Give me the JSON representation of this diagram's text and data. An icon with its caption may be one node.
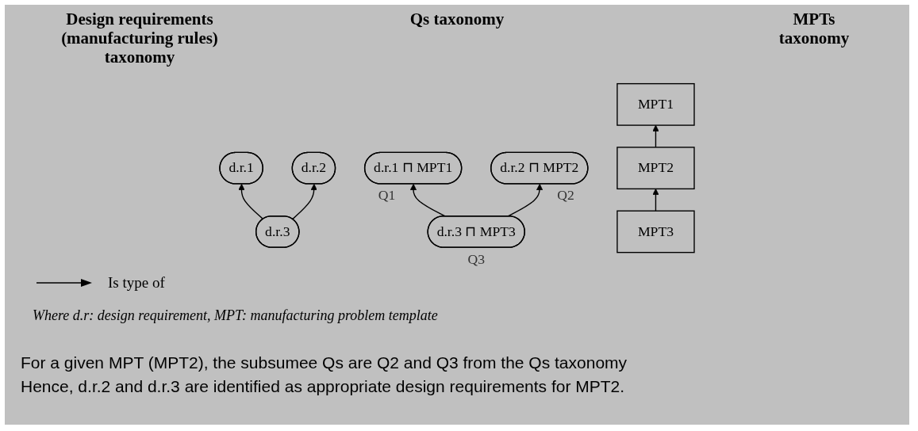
{
  "diagram": {
    "nodes": [
      {
        "text": [
          "d.r.1"
        ]
      },
      {
        "text": [
          "d.r.2"
        ]
      },
      {
        "text": [
          "d.r.3"
        ]
      },
      {
        "text": [
          "d.r.1 ⊓ MPT1"
        ],
        "beside": [
          "Q1"
        ]
      },
      {
        "text": [
          "d.r.2 ⊓ MPT2"
        ],
        "beside": [
          "Q2"
        ]
      },
      {
        "text": [
          "d.r.3 ⊓ MPT3"
        ],
        "beside": [
          "Q3"
        ]
      },
      {
        "text": [
          "MPT1"
        ]
      },
      {
        "text": [
          "MPT2"
        ]
      },
      {
        "text": [
          "MPT3"
        ]
      }
    ],
    "edges": [
      {
        "from": 2,
        "to": 0,
        "arrow": "to"
      },
      {
        "from": 2,
        "to": 1,
        "arrow": "to"
      },
      {
        "from": 5,
        "to": 3,
        "arrow": "to"
      },
      {
        "from": 5,
        "to": 4,
        "arrow": "to"
      },
      {
        "from": 7,
        "to": 6,
        "arrow": "to"
      },
      {
        "from": 8,
        "to": 7,
        "arrow": "to"
      }
    ],
    "labels": [
      "Design requirements (manufacturing rules) taxonomy",
      "Qs taxonomy",
      "MPTs taxonomy",
      "Where d.r: design requirement, MPT: manufacturing problem template",
      "For a given MPT (MPT2), the subsumee Qs are Q2 and Q3 from the Qs taxonomy",
      "Hence, d.r.2 and d.r.3 are identified as appropriate design requirements for MPT2."
    ],
    "legend": [
      {
        "text": "Is type of"
      }
    ]
  }
}
